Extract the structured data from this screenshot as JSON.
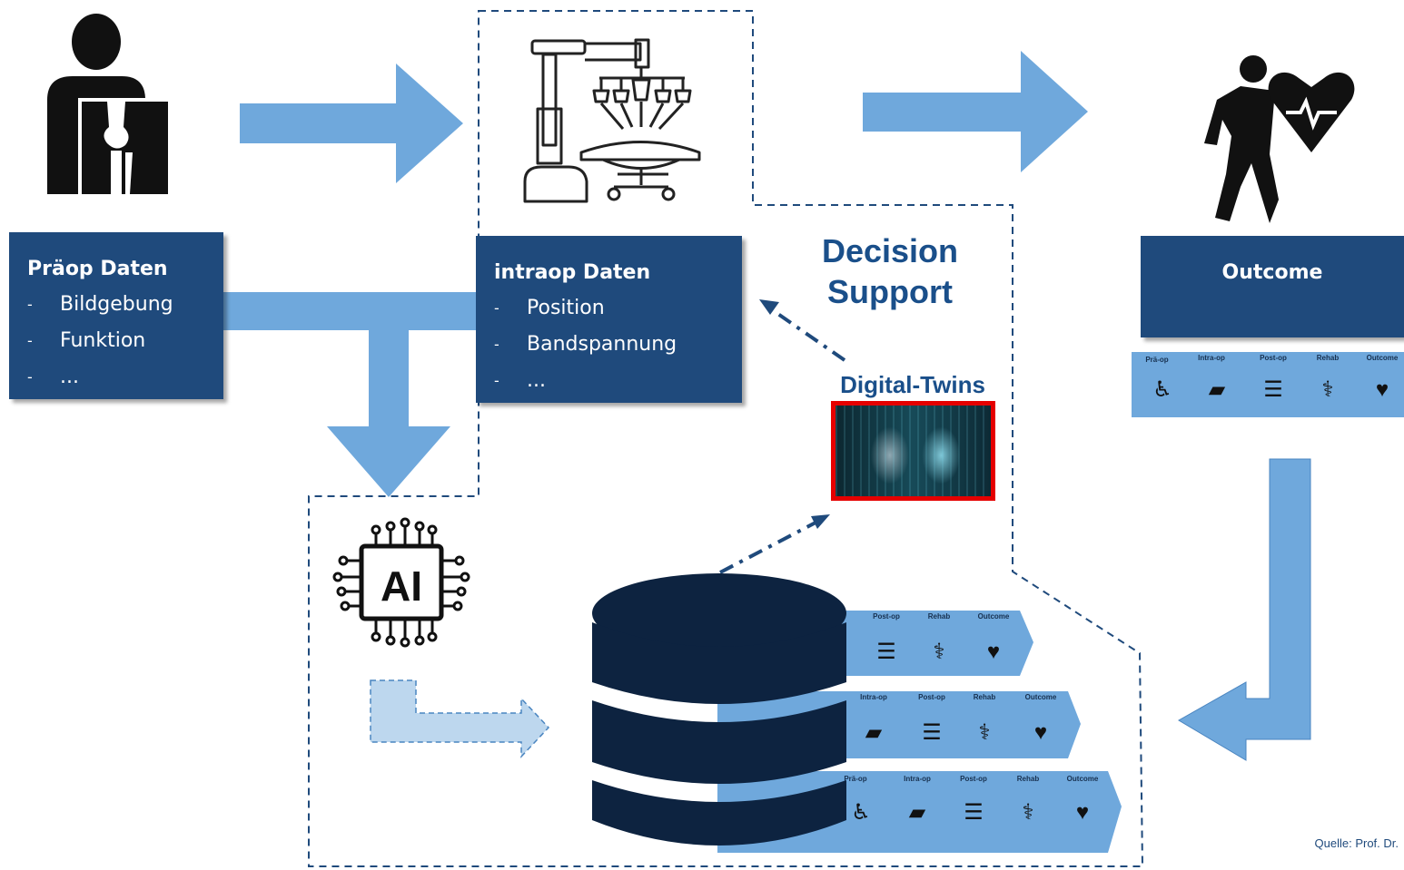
{
  "praeop": {
    "title": "Präop Daten",
    "items": [
      "Bildgebung",
      "Funktion",
      "..."
    ]
  },
  "intraop": {
    "title": "intraop Daten",
    "items": [
      "Position",
      "Bandspannung",
      "..."
    ]
  },
  "outcome": {
    "title": "Outcome"
  },
  "decision_support": {
    "line1": "Decision",
    "line2": "Support"
  },
  "digital_twins": {
    "label": "Digital-Twins"
  },
  "ai_chip": {
    "label": "AI"
  },
  "timeline_labels": {
    "praeop": "Prä-op",
    "intraop": "Intra-op",
    "postop": "Post-op",
    "rehab": "Rehab",
    "outcome": "Outcome"
  },
  "bullet_dash": "-",
  "source": "Quelle: Prof. Dr.",
  "colors": {
    "arrow": "#6fa8dc",
    "box": "#1f4a7c",
    "title_text": "#1a4f8a",
    "database": "#0d2340",
    "twin_border": "#e50000"
  },
  "icons": [
    "patient-xray-icon",
    "surgical-robot-icon",
    "walking-person-heart-icon",
    "ai-chip-icon",
    "database-icon"
  ]
}
